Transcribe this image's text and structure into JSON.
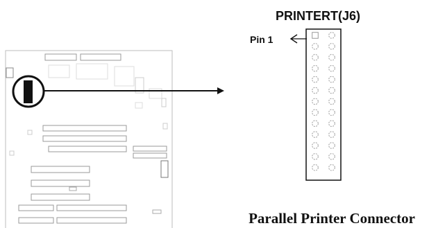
{
  "connector": {
    "title": "PRINTERT(J6)",
    "pin_label": "Pin 1",
    "caption": "Parallel Printer Connector",
    "rows": 13,
    "columns": 2
  },
  "colors": {
    "ink": "#111111",
    "pin_outline": "#9a9a9a",
    "board_outline": "#bdbdbd",
    "background": "#ffffff"
  }
}
